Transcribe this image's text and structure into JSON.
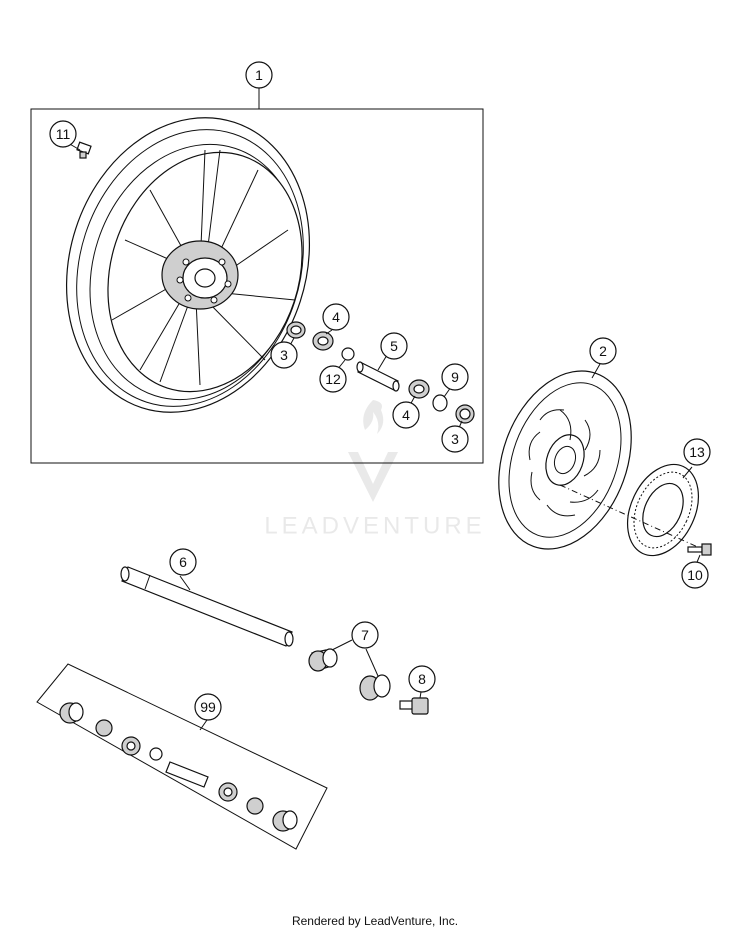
{
  "watermark": {
    "text": "LEADVENTURE"
  },
  "callouts": {
    "c1": "1",
    "c2": "2",
    "c3a": "3",
    "c3b": "3",
    "c4a": "4",
    "c4b": "4",
    "c5": "5",
    "c6": "6",
    "c7": "7",
    "c8": "8",
    "c9": "9",
    "c10": "10",
    "c11": "11",
    "c12": "12",
    "c13": "13",
    "c99": "99"
  },
  "footer": {
    "text": "Rendered by LeadVenture, Inc."
  }
}
